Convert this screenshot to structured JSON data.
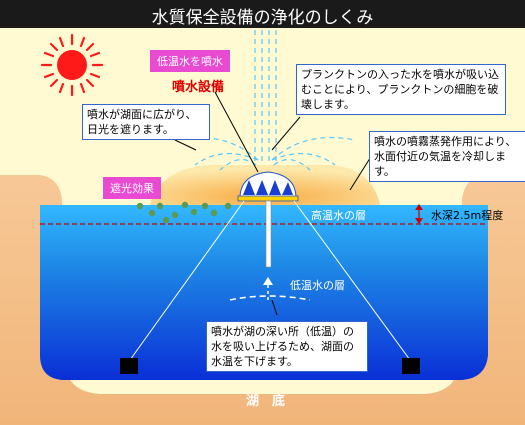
{
  "title": "水質保全設備の浄化のしくみ",
  "labels": {
    "cold_water_spray_tag": "低温水を噴水",
    "fountain_equipment": "噴水設備",
    "shading_effect_tag": "遮光効果",
    "warm_water_layer": "高温水の層",
    "cold_water_layer": "低温水の層",
    "water_depth": "水深2.5m程度",
    "lake_bottom": "湖　底"
  },
  "callouts": {
    "shade": "噴水が湖面に広がり、日光を遮ります。",
    "plankton": "プランクトンの入った水を噴水が吸い込むことにより、プランクトンの細胞を破壊します。",
    "evaporation": "噴水の噴霧蒸発作用により、水面付近の気温を冷却します。",
    "suction": "噴水が湖の深い所（低温）の水を吸い上げるため、湖面の水温を下げます。"
  },
  "colors": {
    "title_bar": "#1a1a1a",
    "sky": "#fffacd",
    "ground": "#f5c08a",
    "water": "#1e90ff",
    "spray": "#4fc3f7",
    "tag_pink": "#e84bd2",
    "text_red": "#e00000",
    "dashed_red": "#cc0000"
  }
}
